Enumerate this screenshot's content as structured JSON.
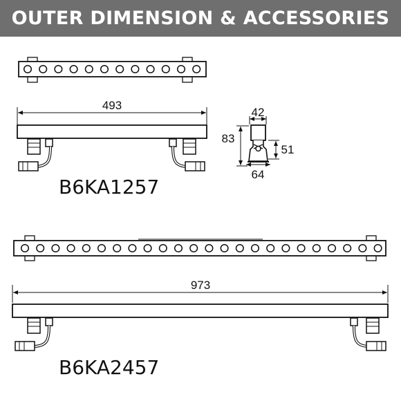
{
  "header": {
    "title": "OUTER DIMENSION & ACCESSORIES"
  },
  "products": [
    {
      "model": "B6KA1257",
      "length": "493",
      "led_count": 12
    },
    {
      "model": "B6KA2457",
      "length": "973",
      "led_count": 24
    }
  ],
  "side_view": {
    "width_top": "42",
    "height": "83",
    "bracket_height": "51",
    "width_bottom": "64"
  }
}
